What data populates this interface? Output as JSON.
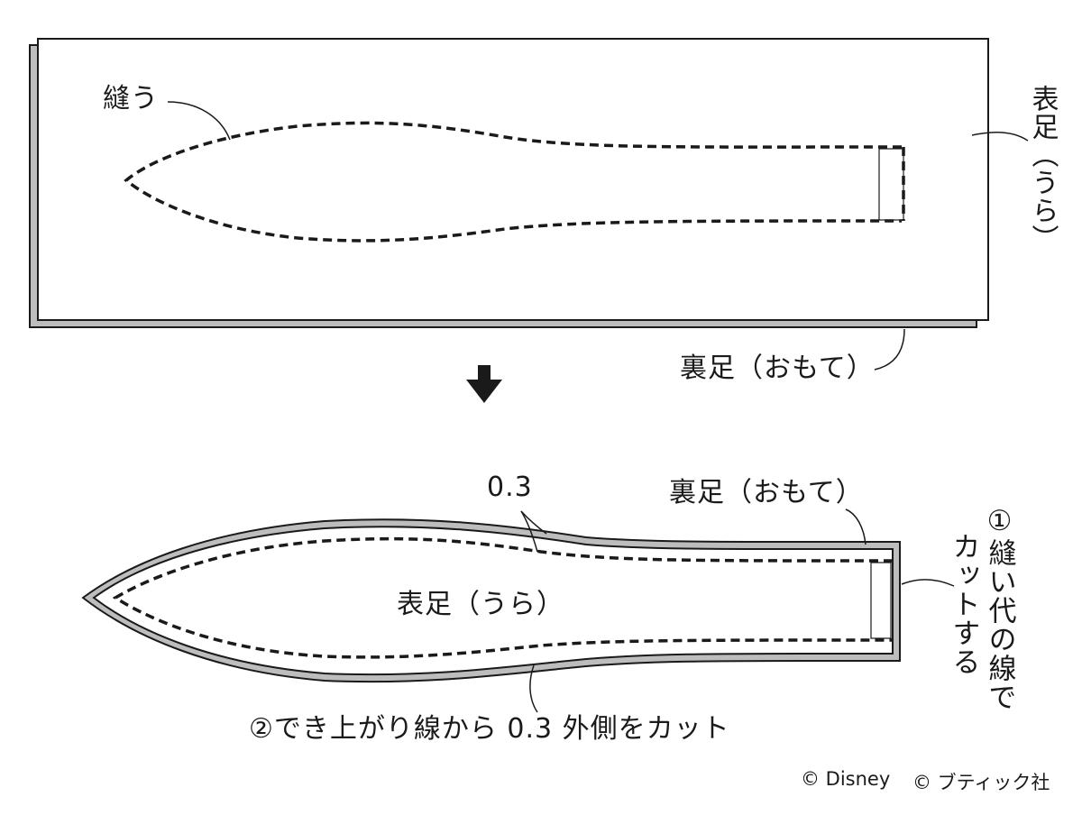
{
  "labels": {
    "sew": "縫う",
    "front_foot_back_side_vertical": "表足（うら）",
    "back_foot_front_side_top": "裏足（おもて）",
    "measure_03": "0.3",
    "back_foot_front_side_bottom": "裏足（おもて）",
    "front_foot_back_side_center": "表足（うら）",
    "step1_col1": "①縫い代の線で",
    "step1_col2": "カットする",
    "step2": "②でき上がり線から 0.3 外側をカット"
  },
  "credits": {
    "disney": "© Disney",
    "boutique": "© ブティック社"
  },
  "colors": {
    "line": "#1a1a1a",
    "fabric_gray": "#bdbdbd",
    "paper": "#ffffff"
  },
  "icons": {
    "arrow": "down-arrow-icon"
  }
}
